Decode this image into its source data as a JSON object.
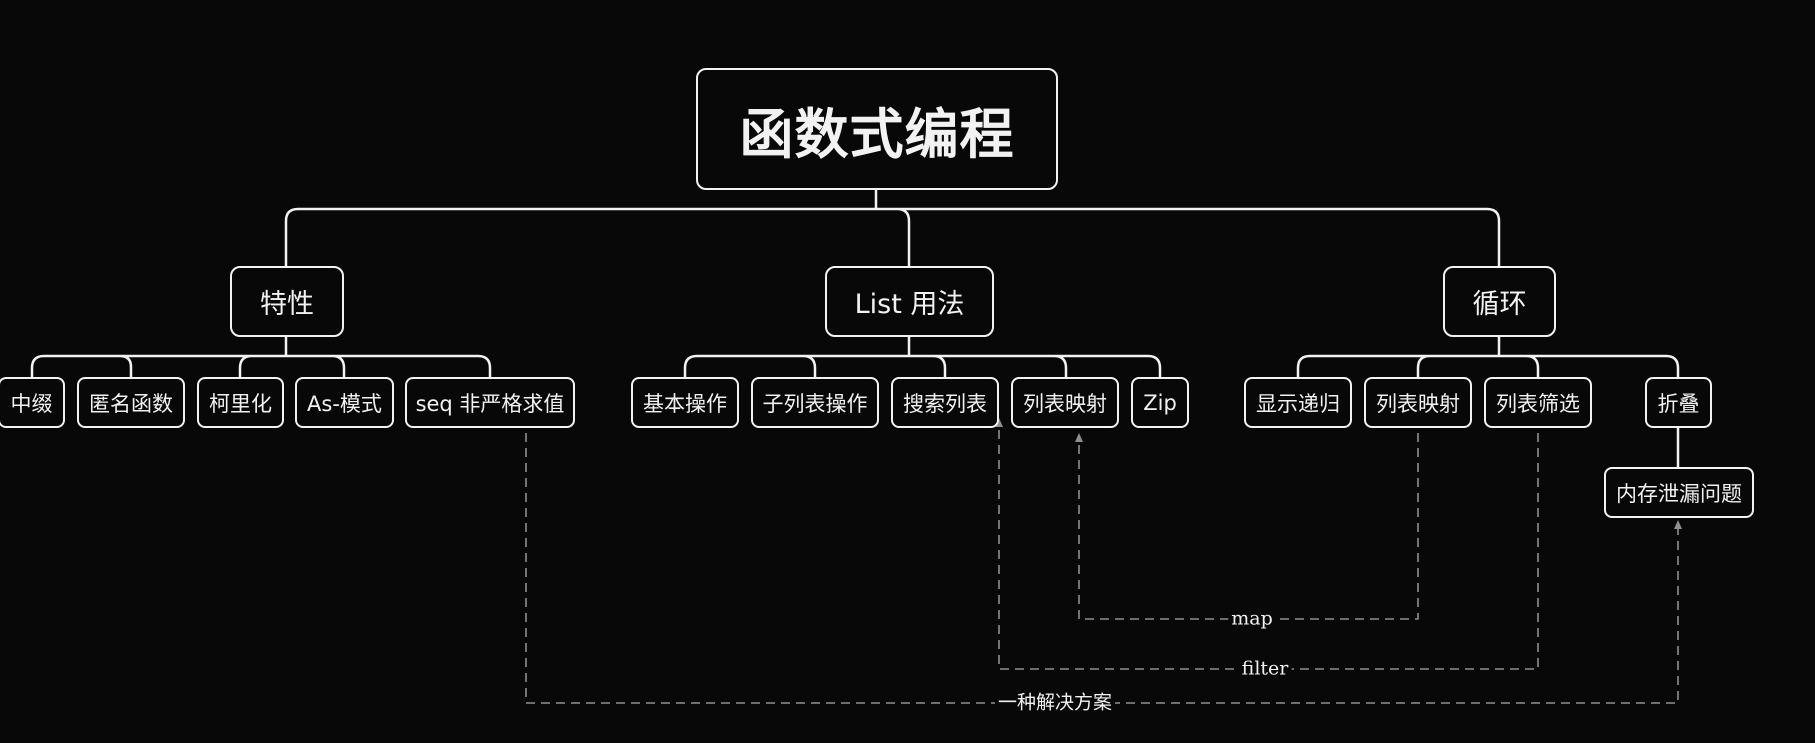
{
  "diagram": {
    "root": {
      "label": "函数式编程"
    },
    "branches": [
      {
        "label": "特性",
        "children": [
          "中缀",
          "匿名函数",
          "柯里化",
          "As-模式",
          "seq 非严格求值"
        ]
      },
      {
        "label": "List 用法",
        "children": [
          "基本操作",
          "子列表操作",
          "搜索列表",
          "列表映射",
          "Zip"
        ]
      },
      {
        "label": "循环",
        "children": [
          "显示递归",
          "列表映射",
          "列表筛选",
          "折叠"
        ],
        "grandchild": "内存泄漏问题"
      }
    ],
    "cross_links": [
      {
        "from": "循环 → 列表映射",
        "to": "List 用法 → 列表映射",
        "label": "map"
      },
      {
        "from": "循环 → 列表筛选",
        "to": "List 用法 → 搜索列表",
        "label": "filter"
      },
      {
        "from": "seq 非严格求值",
        "to": "内存泄漏问题",
        "label": "一种解决方案"
      }
    ]
  }
}
